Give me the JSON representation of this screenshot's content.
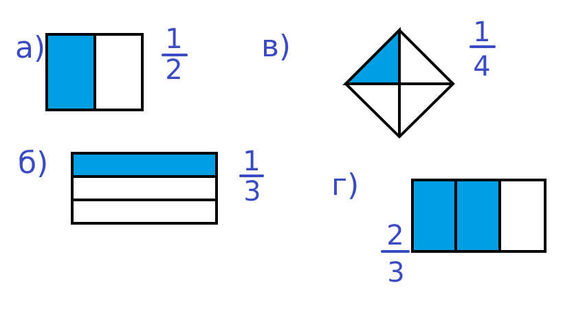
{
  "colors": {
    "fill": "#009fe3",
    "outline": "#000000",
    "ink": "#3a4bc4"
  },
  "figures": [
    {
      "label": "а)",
      "shape": "rectangle",
      "parts": 2,
      "shaded": 1,
      "numerator": "1",
      "denominator": "2"
    },
    {
      "label": "в)",
      "shape": "rhombus",
      "parts": 4,
      "shaded": 1,
      "numerator": "1",
      "denominator": "4"
    },
    {
      "label": "б)",
      "shape": "rectangle",
      "parts": 3,
      "shaded": 1,
      "numerator": "1",
      "denominator": "3"
    },
    {
      "label": "г)",
      "shape": "rectangle",
      "parts": 3,
      "shaded": 2,
      "numerator": "2",
      "denominator": "3"
    }
  ]
}
